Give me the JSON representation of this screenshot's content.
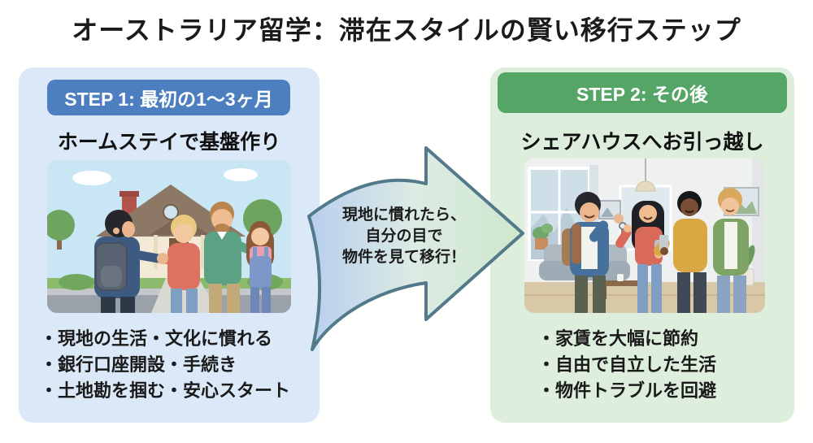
{
  "title": "オーストラリア留学：滞在スタイルの賢い移行ステップ",
  "step1": {
    "badge": "STEP 1: 最初の1〜3ヶ月",
    "subtitle": "ホームステイで基盤作り",
    "bullets": [
      "・現地の生活・文化に慣れる",
      "・銀行口座開設・手続き",
      "・土地勘を掴む・安心スタート"
    ],
    "illustration": "student-with-backpack-greeting-host-family-in-front-of-house",
    "colors": {
      "panel": "#dbe8f8",
      "badge": "#4d7ec0"
    }
  },
  "step2": {
    "badge": "STEP 2: その後",
    "subtitle": "シェアハウスへお引っ越し",
    "bullets": [
      "・家賃を大幅に節約",
      "・自由で自立した生活",
      "・物件トラブルを回避"
    ],
    "illustration": "student-receiving-house-keys-with-three-housemates-in-living-room",
    "colors": {
      "panel": "#ddeedd",
      "badge": "#55a566"
    }
  },
  "arrow": {
    "lines": [
      "現地に慣れたら、",
      "自分の目で",
      "物件を見て移行！"
    ],
    "colors": {
      "stroke": "#527a8a",
      "gradient_start": "#b7cdee",
      "gradient_end": "#cde7cb"
    }
  }
}
